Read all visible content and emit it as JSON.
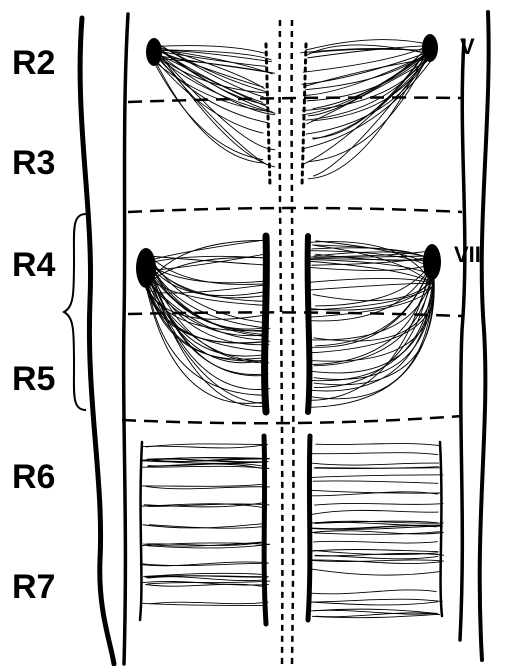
{
  "rhombomeres": [
    {
      "id": "r2",
      "label": "R2"
    },
    {
      "id": "r3",
      "label": "R3"
    },
    {
      "id": "r4",
      "label": "R4"
    },
    {
      "id": "r5",
      "label": "R5"
    },
    {
      "id": "r6",
      "label": "R6"
    },
    {
      "id": "r7",
      "label": "R7"
    }
  ],
  "nerves": [
    {
      "id": "v",
      "label": "V"
    },
    {
      "id": "vii",
      "label": "VII"
    }
  ]
}
